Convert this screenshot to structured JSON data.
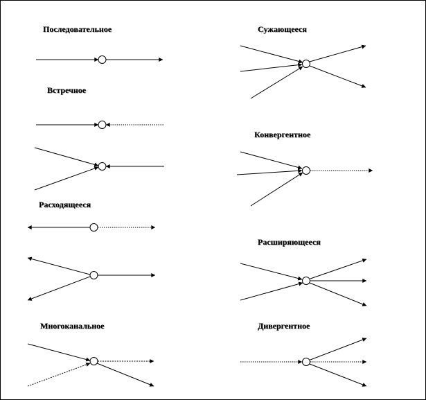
{
  "labels": {
    "sequential": "Последовательное",
    "oncoming": "Встречное",
    "diverging": "Расходящееся",
    "multichannel": "Многоканальное",
    "narrowing": "Сужающееся",
    "convergent": "Конвергентное",
    "expanding": "Расширяющееся",
    "divergent": "Дивергентное"
  },
  "colors": {
    "line": "#000000",
    "node_fill": "#ffffff"
  }
}
